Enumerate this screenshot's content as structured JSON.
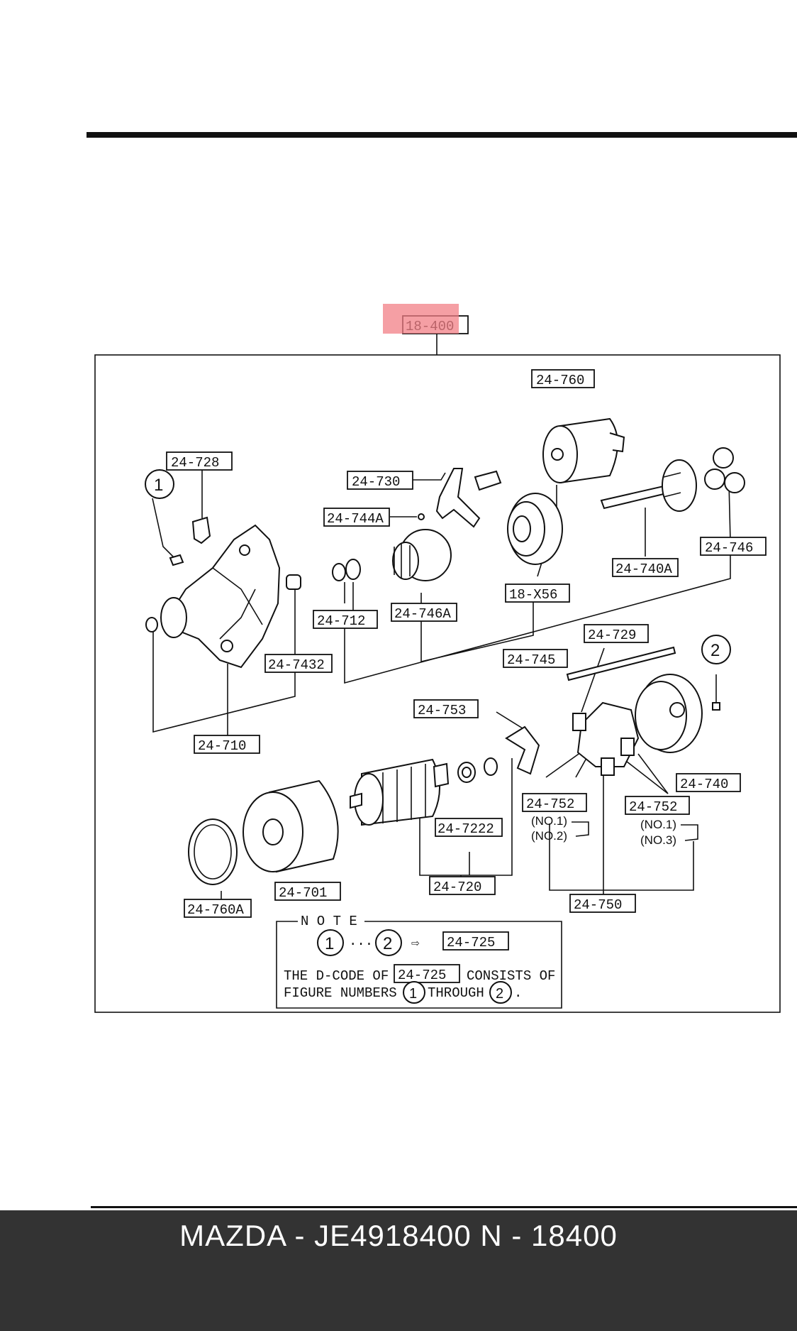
{
  "header_code": "18-400",
  "highlight_color": "#f27f86",
  "labels": {
    "l760": "24-760",
    "l728": "24-728",
    "l730": "24-730",
    "l744a": "24-744A",
    "l746": "24-746",
    "l740a": "24-740A",
    "l712": "24-712",
    "l746a": "24-746A",
    "lx56": "18-X56",
    "l7432": "24-7432",
    "l745": "24-745",
    "l729": "24-729",
    "l710": "24-710",
    "l753": "24-753",
    "l752a": "24-752",
    "l752b": "24-752",
    "l740": "24-740",
    "l7222": "24-7222",
    "l760a": "24-760A",
    "l701": "24-701",
    "l720": "24-720",
    "l750": "24-750"
  },
  "sub_labels": {
    "no1a": "(NO.1)",
    "no2": "(NO.2)",
    "no1b": "(NO.1)",
    "no3": "(NO.3)"
  },
  "callouts": {
    "c1": "1",
    "c2": "2"
  },
  "note": {
    "title": "N O T E",
    "circ1": "1",
    "dots": "···",
    "circ2": "2",
    "arrow": "⇨",
    "code": "24-725",
    "line1_a": "THE D-CODE OF",
    "line1_code": "24-725",
    "line1_b": "CONSISTS OF",
    "line2_a": "FIGURE NUMBERS",
    "line2_c1": "1",
    "line2_b": "THROUGH",
    "line2_c2": "2",
    "line2_end": "."
  },
  "footer": {
    "title": "MAZDA - JE4918400   N - 18400"
  }
}
